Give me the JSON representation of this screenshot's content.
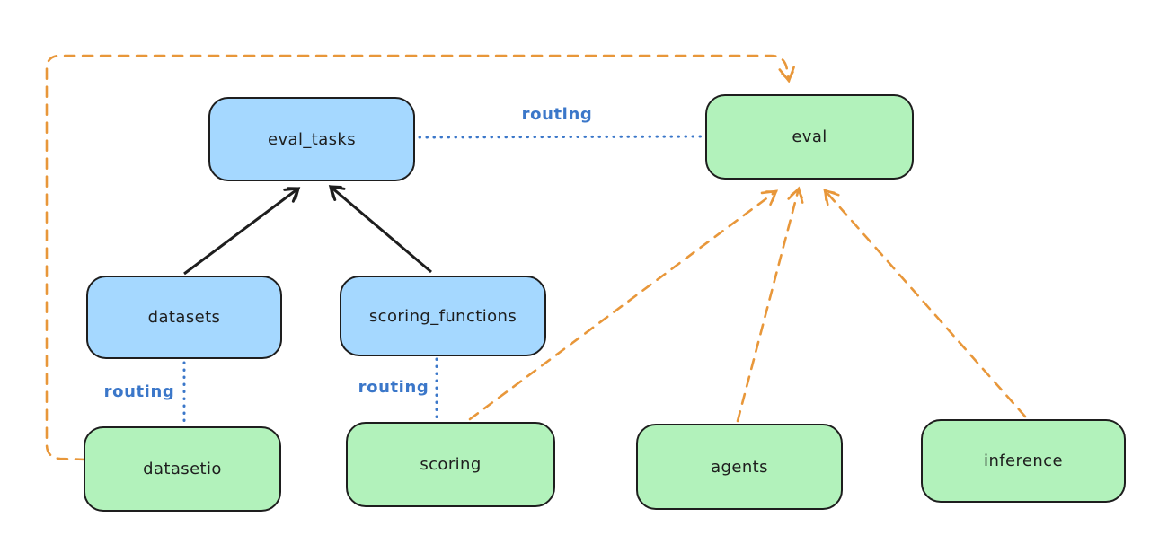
{
  "diagram": {
    "colors": {
      "registry_fill": "#a5d8ff",
      "api_fill": "#b2f2bb",
      "stroke": "#1e1e1e",
      "routing_blue": "#3b77c9",
      "flow_orange": "#e8973a",
      "background": "#ffffff"
    },
    "nodes": [
      {
        "id": "eval_tasks",
        "label": "eval_tasks",
        "kind": "registry"
      },
      {
        "id": "datasets",
        "label": "datasets",
        "kind": "registry"
      },
      {
        "id": "scoring_functions",
        "label": "scoring_functions",
        "kind": "registry"
      },
      {
        "id": "eval",
        "label": "eval",
        "kind": "api"
      },
      {
        "id": "datasetio",
        "label": "datasetio",
        "kind": "api"
      },
      {
        "id": "scoring",
        "label": "scoring",
        "kind": "api"
      },
      {
        "id": "agents",
        "label": "agents",
        "kind": "api"
      },
      {
        "id": "inference",
        "label": "inference",
        "kind": "api"
      }
    ],
    "edges": [
      {
        "from": "datasets",
        "to": "eval_tasks",
        "style": "solid-black-arrow",
        "label": ""
      },
      {
        "from": "scoring_functions",
        "to": "eval_tasks",
        "style": "solid-black-arrow",
        "label": ""
      },
      {
        "from": "eval_tasks",
        "to": "eval",
        "style": "dotted-blue",
        "label": "routing"
      },
      {
        "from": "datasets",
        "to": "datasetio",
        "style": "dotted-blue",
        "label": "routing"
      },
      {
        "from": "scoring_functions",
        "to": "scoring",
        "style": "dotted-blue",
        "label": "routing"
      },
      {
        "from": "datasetio",
        "to": "eval",
        "style": "dashed-orange-arrow",
        "label": ""
      },
      {
        "from": "scoring",
        "to": "eval",
        "style": "dashed-orange-arrow",
        "label": ""
      },
      {
        "from": "agents",
        "to": "eval",
        "style": "dashed-orange-arrow",
        "label": ""
      },
      {
        "from": "inference",
        "to": "eval",
        "style": "dashed-orange-arrow",
        "label": ""
      }
    ]
  }
}
